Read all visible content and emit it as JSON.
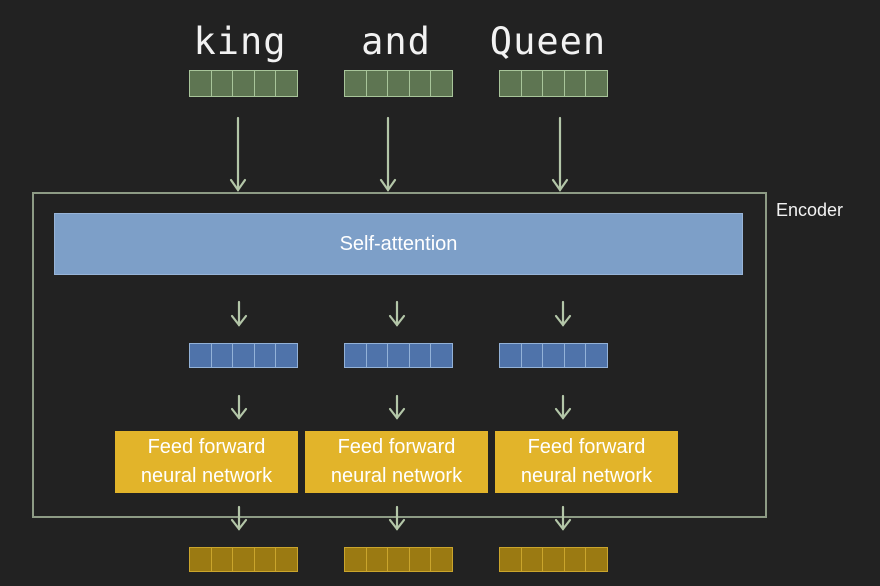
{
  "inputs": [
    {
      "word": "king"
    },
    {
      "word": "and"
    },
    {
      "word": "Queen"
    }
  ],
  "encoder": {
    "label": "Encoder",
    "self_attention_label": "Self-attention",
    "ffn": [
      {
        "line1": "Feed forward",
        "line2": "neural network"
      },
      {
        "line1": "Feed forward",
        "line2": "neural network"
      },
      {
        "line1": "Feed forward",
        "line2": "neural network"
      }
    ]
  },
  "vector_cells": 5,
  "colors": {
    "background": "#222222",
    "embedding": "#5e7552",
    "attention": "#7d9fc8",
    "attention_output": "#4f73aa",
    "ffn": "#e2b42a",
    "encoder_output": "#9b7a12",
    "arrow": "#b3c6a8"
  }
}
